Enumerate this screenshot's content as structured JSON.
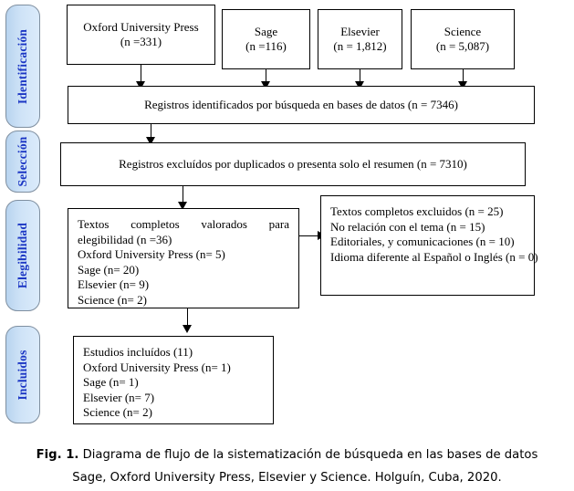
{
  "figure": {
    "caption_prefix": "Fig. 1.",
    "caption_line1": " Diagrama de flujo de la sistematización de búsqueda en las bases de datos",
    "caption_line2": "Sage, Oxford University Press, Elsevier y Science. Holguín, Cuba, 2020."
  },
  "colors": {
    "phase_fill": "#cfe3f7",
    "phase_border": "#7f8fa0",
    "phase_text": "#1b36c4",
    "box_border": "#000000",
    "page_background": "#ffffff"
  },
  "phases": [
    {
      "id": "identificacion",
      "label": "Identificación"
    },
    {
      "id": "seleccion",
      "label": "Selección"
    },
    {
      "id": "elegibilidad",
      "label": "Elegibilidad"
    },
    {
      "id": "incluidos",
      "label": "Incluidos"
    }
  ],
  "sources": [
    {
      "id": "oxford",
      "name": "Oxford University Press",
      "count": "(n =331)"
    },
    {
      "id": "sage",
      "name": "Sage",
      "count": "(n =116)"
    },
    {
      "id": "elsevier",
      "name": "Elsevier",
      "count": "(n = 1,812)"
    },
    {
      "id": "science",
      "name": "Science",
      "count": "(n = 5,087)"
    }
  ],
  "identified": {
    "text": "Registros identificados por búsqueda en bases de datos (n = 7346)"
  },
  "excluded_duplicates": {
    "text": "Registros excluídos por duplicados o presenta solo el resumen (n = 7310)"
  },
  "eligibility": {
    "line1a": "Textos completos valorados para",
    "line1b": "elegibilidad (n =36)",
    "lines": [
      "Oxford University Press (n= 5)",
      "Sage (n= 20)",
      "Elsevier (n= 9)",
      "Science (n= 2)"
    ]
  },
  "excluded_fulltext": {
    "lines": [
      "Textos completos excluidos (n = 25)",
      "No relación con el tema (n = 15)",
      "Editoriales, y comunicaciones (n = 10)",
      "Idioma diferente al Español o Inglés (n = 0)"
    ]
  },
  "included": {
    "lines": [
      "Estudios incluídos (11)",
      "Oxford University Press (n= 1)",
      "Sage (n= 1)",
      "Elsevier (n= 7)",
      "Science (n= 2)"
    ]
  }
}
